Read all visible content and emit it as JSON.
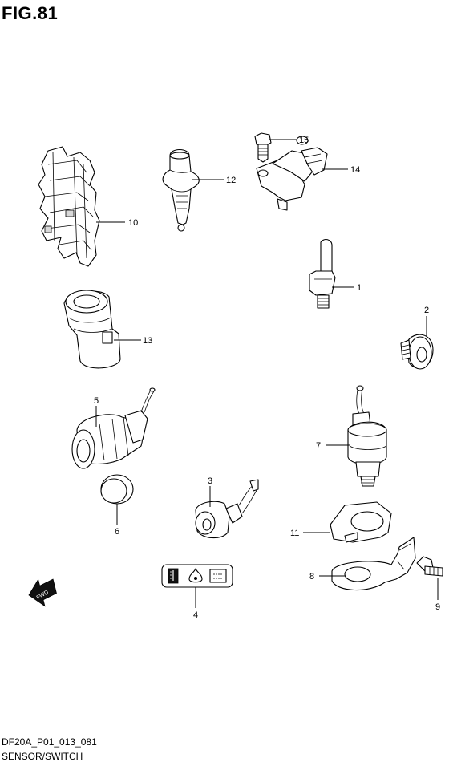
{
  "figure": {
    "title": "FIG.81",
    "footer_code": "DF20A_P01_013_081",
    "footer_name": "SENSOR/SWITCH",
    "fwd_label": "FWD"
  },
  "callouts": [
    {
      "id": "callout-1",
      "label": "1"
    },
    {
      "id": "callout-2",
      "label": "2"
    },
    {
      "id": "callout-3",
      "label": "3"
    },
    {
      "id": "callout-4",
      "label": "4"
    },
    {
      "id": "callout-5",
      "label": "5"
    },
    {
      "id": "callout-6",
      "label": "6"
    },
    {
      "id": "callout-7",
      "label": "7"
    },
    {
      "id": "callout-8",
      "label": "8"
    },
    {
      "id": "callout-9",
      "label": "9"
    },
    {
      "id": "callout-10",
      "label": "10"
    },
    {
      "id": "callout-11",
      "label": "11"
    },
    {
      "id": "callout-12",
      "label": "12"
    },
    {
      "id": "callout-13",
      "label": "13"
    },
    {
      "id": "callout-14",
      "label": "14"
    },
    {
      "id": "callout-15",
      "label": "15"
    }
  ]
}
